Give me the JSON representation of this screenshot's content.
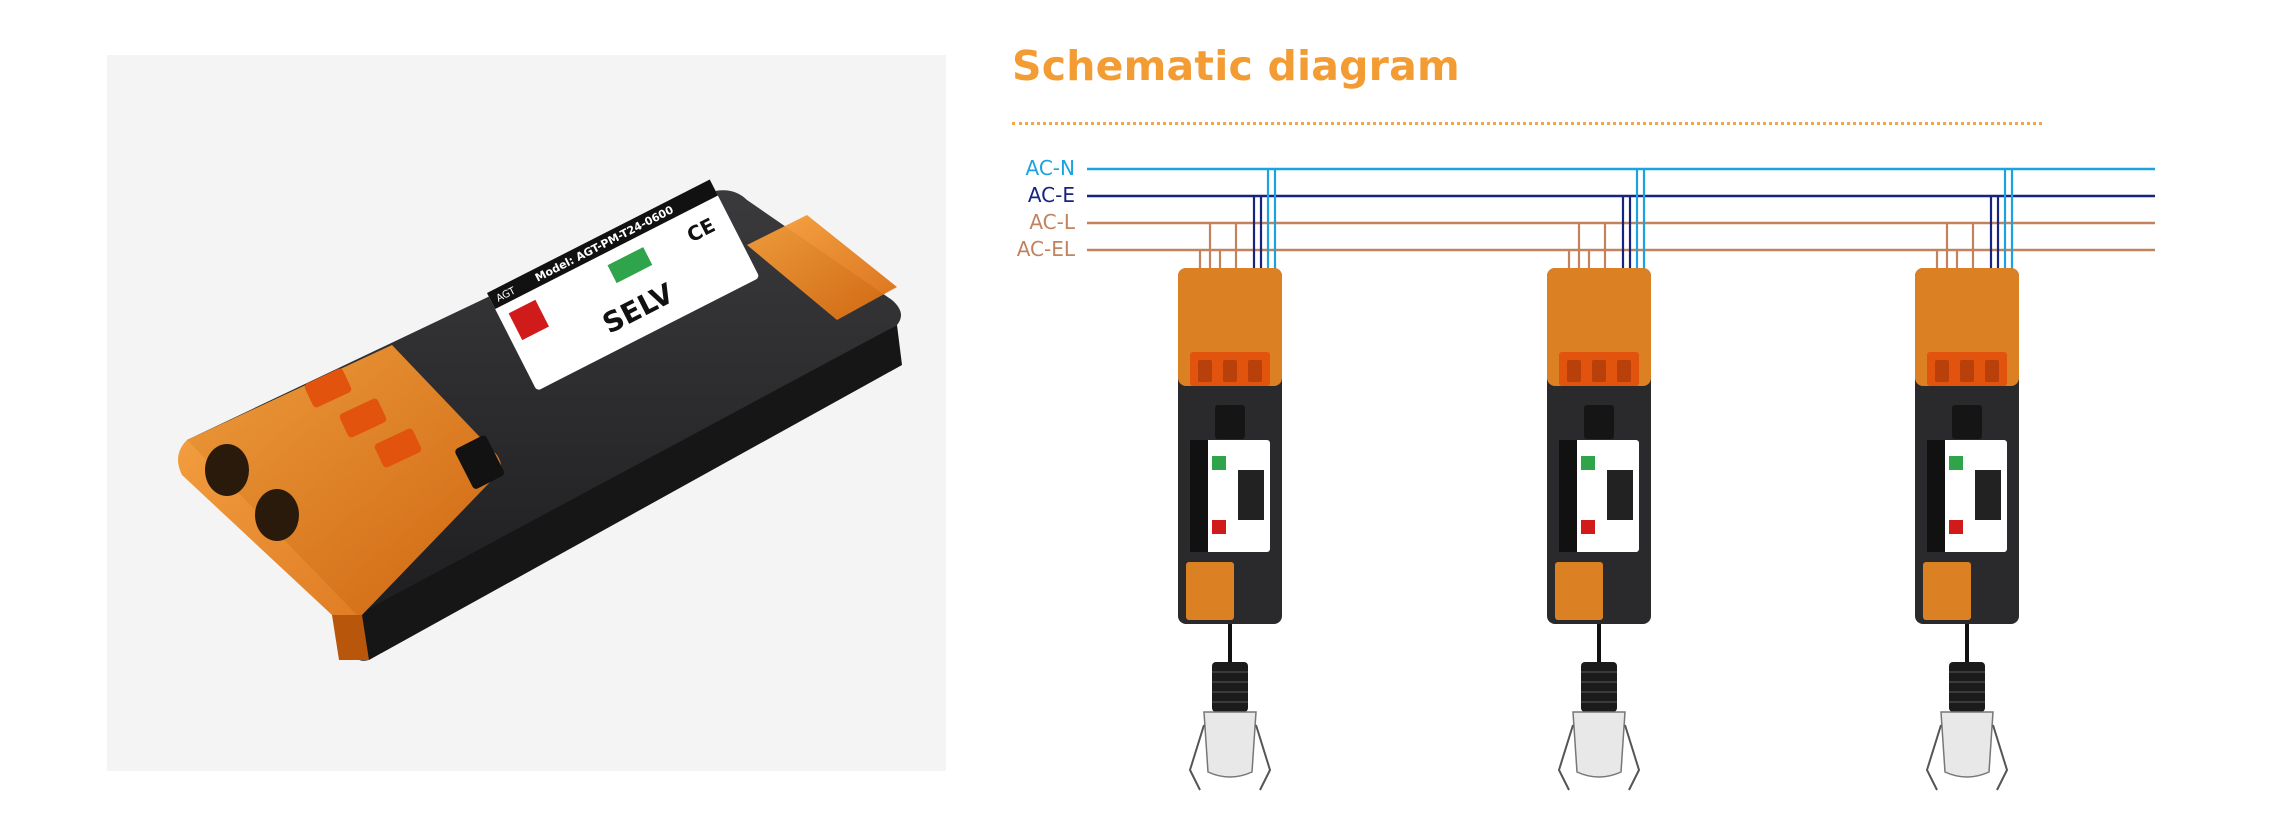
{
  "diagram": {
    "title": "Schematic diagram",
    "bus_lines": [
      {
        "id": "ac-n",
        "label": "AC-N",
        "color": "#1aa3e0"
      },
      {
        "id": "ac-e",
        "label": "AC-E",
        "color": "#16237f"
      },
      {
        "id": "ac-l",
        "label": "AC-L",
        "color": "#c2825e"
      },
      {
        "id": "ac-el",
        "label": "AC-EL",
        "color": "#c2825e"
      }
    ],
    "driver_count": 3
  },
  "product": {
    "label_text": {
      "brand": "AGT",
      "model": "Model: AGT-PM-T24-0600",
      "selv": "SELV",
      "ce": "CE"
    }
  },
  "colors": {
    "accent_orange": "#f39c33",
    "driver_body": "#2a2a2c",
    "cover_orange": "#f08a24"
  }
}
